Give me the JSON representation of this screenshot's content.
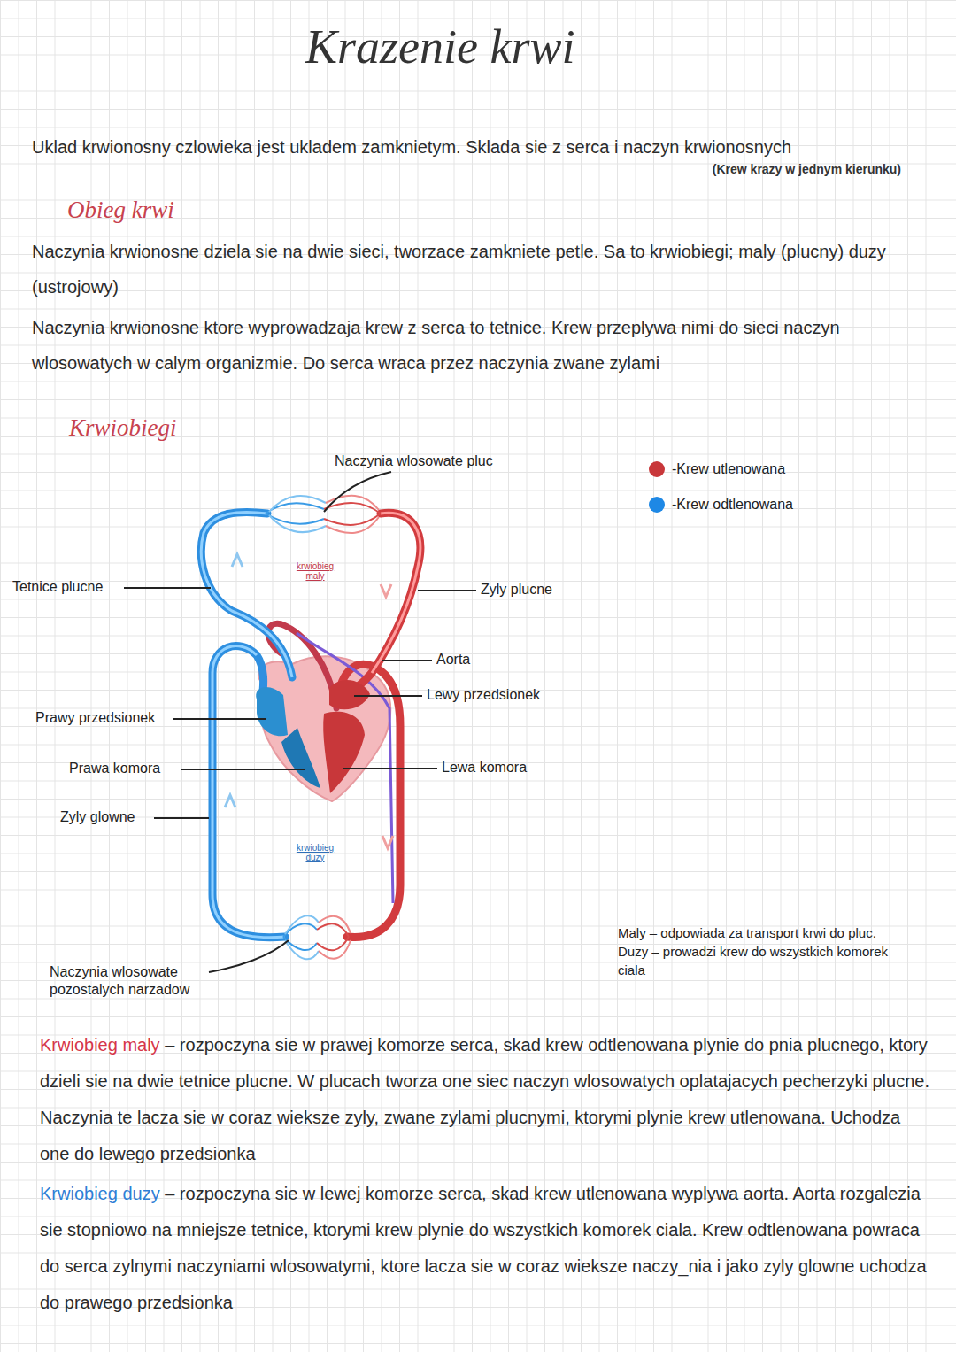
{
  "diagram": {
    "title": "Krazenie krwi",
    "labels": [
      "Uklad krwionosny czlowieka jest ukladem zamknietym. Sklada sie z serca i naczyn krwionosnych",
      "(Krew krazy w jednym kierunku)",
      "Obieg krwi",
      "Naczynia krwionosne dziela sie na dwie sieci, tworzace zamkniete petle. Sa to krwiobiegi; maly (plucny) duzy (ustrojowy)",
      "Naczynia krwionosne ktore wyprowadzaja krew z serca to tetnice. Krew przeplywa nimi do sieci naczyn wlosowatych w calym organizmie. Do serca wraca przez naczynia zwane zylami",
      "Krwiobiegi",
      "Naczynia wlosowate pluc",
      "Tetnice plucne",
      "krwiobieg maly",
      "Zyly plucne",
      "Aorta",
      "Lewy przedsionek",
      "Prawy przedsionek",
      "Prawa komora",
      "Lewa komora",
      "Zyly glowne",
      "krwiobieg duzy",
      "Naczynia wlosowate pozostalych narzadow",
      "Maly – odpowiada za transport krwi do pluc.",
      "Duzy – prowadzi krew do wszystkich komorek ciala",
      "Krwiobieg maly",
      "– rozpoczyna sie w prawej komorze serca, skad krew odtlenowana plynie do pnia plucnego, ktory dzieli sie na dwie tetnice plucne. W plucach tworza one siec naczyn wlosowatych oplatajacych pecherzyki plucne. Naczynia te lacza sie w coraz wieksze zyly, zwane zylami plucnymi, ktorymi plynie krew utlenowana. Uchodza one do lewego przedsionka",
      "Krwiobieg duzy",
      "– rozpoczyna sie w lewej komorze serca, skad krew utlenowana wyplywa aorta. Aorta rozgalezia sie stopniowo na mniejsze tetnice, ktorymi krew plynie do wszystkich komorek ciala. Krew odtlenowana powraca do serca zylnymi naczyniami wlosowatymi, ktore lacza sie w coraz wieksze naczy_nia i jako zyly glowne uchodza do prawego przedsionka"
    ],
    "legend": [
      {
        "text": "-Krew utlenowana",
        "color": "#c8373a"
      },
      {
        "text": "-Krew odtlenowana",
        "color": "#1e88e5"
      }
    ]
  }
}
